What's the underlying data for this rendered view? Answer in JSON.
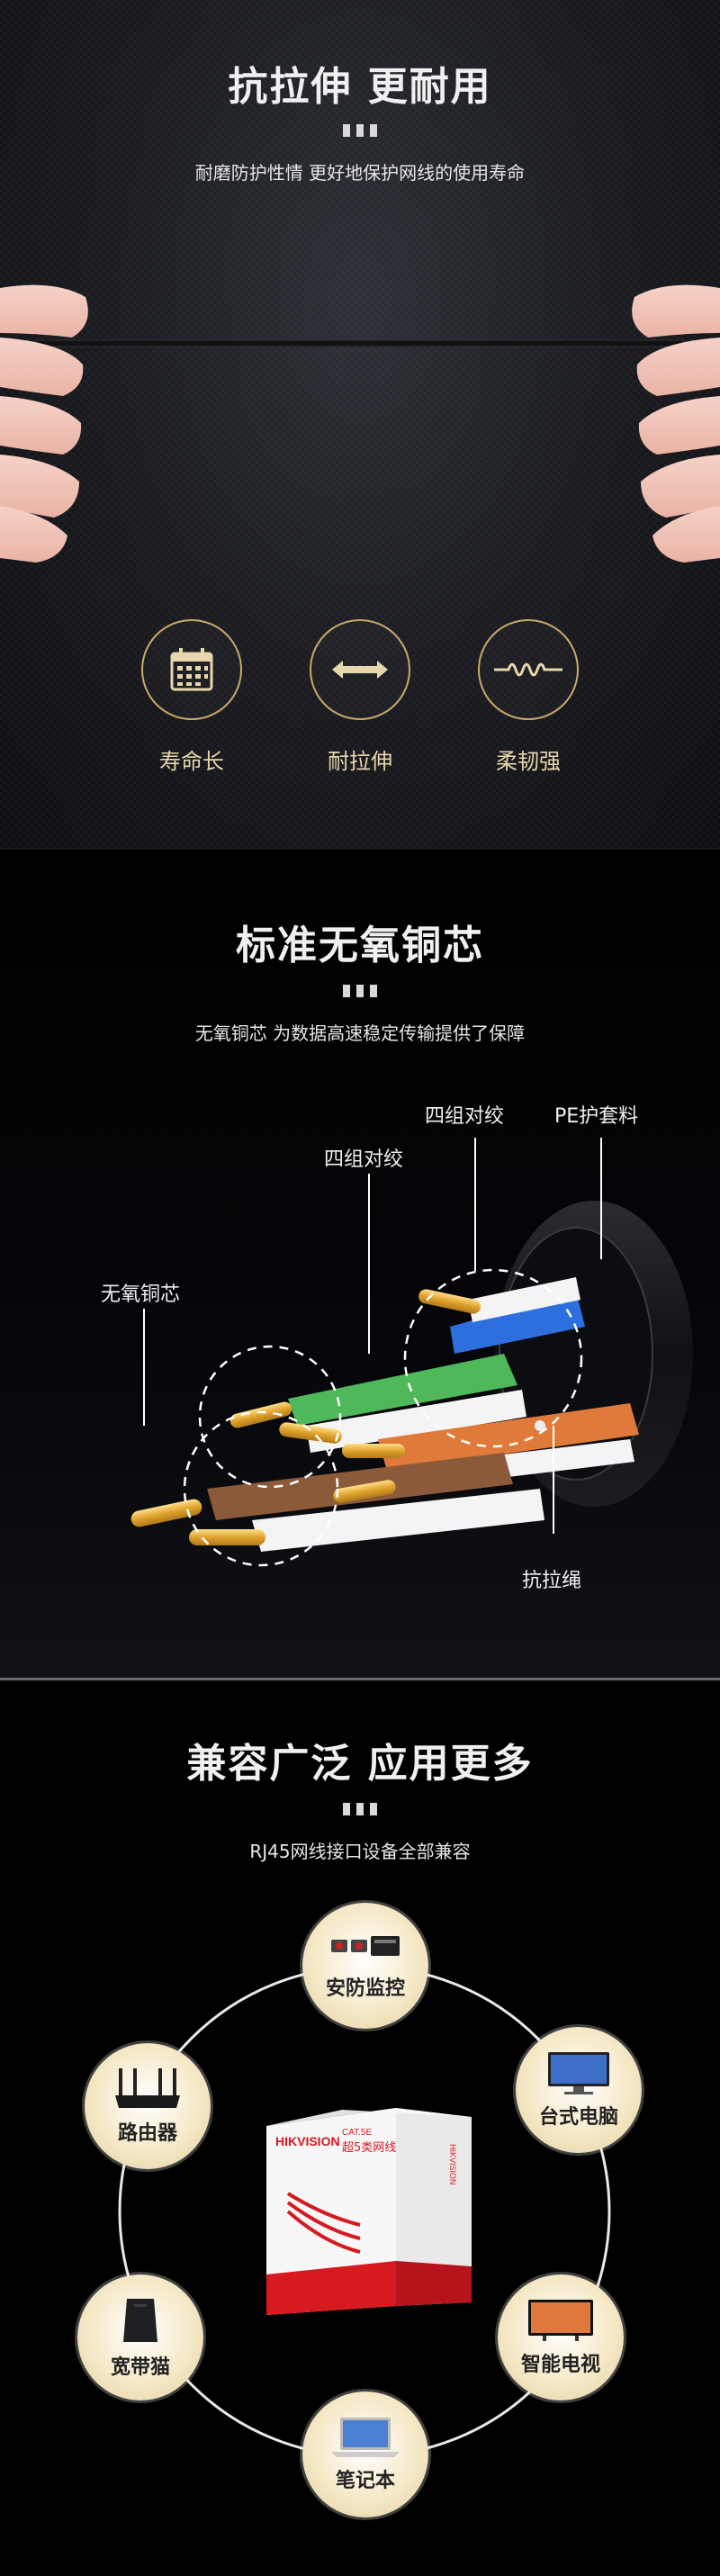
{
  "section1": {
    "title": "抗拉伸 更耐用",
    "subtitle": "耐磨防护性情 更好地保护网线的使用寿命",
    "features": [
      {
        "label": "寿命长",
        "icon": "calendar-icon"
      },
      {
        "label": "耐拉伸",
        "icon": "double-arrow-icon"
      },
      {
        "label": "柔韧强",
        "icon": "spring-icon"
      }
    ],
    "accent_color": "#c8a86a"
  },
  "section2": {
    "title": "标准无氧铜芯",
    "subtitle": "无氧铜芯 为数据高速稳定传输提供了保障",
    "callouts": {
      "twisted_pairs_top": "四组对绞",
      "pe_jacket": "PE护套料",
      "twisted_pairs_mid": "四组对绞",
      "copper_core": "无氧铜芯",
      "rip_cord": "抗拉绳"
    },
    "pair_colors": [
      "#2e6fe0",
      "#4fb85a",
      "#e07a3a",
      "#8b5a3a"
    ]
  },
  "section3": {
    "title": "兼容广泛 应用更多",
    "subtitle": "RJ45网线接口设备全部兼容",
    "devices": [
      {
        "label": "安防监控",
        "icon": "nvr-icon"
      },
      {
        "label": "台式电脑",
        "icon": "monitor-icon"
      },
      {
        "label": "智能电视",
        "icon": "tv-icon"
      },
      {
        "label": "笔记本",
        "icon": "laptop-icon"
      },
      {
        "label": "宽带猫",
        "icon": "modem-icon"
      },
      {
        "label": "路由器",
        "icon": "router-icon"
      }
    ],
    "product": {
      "brand": "HIKVISION",
      "category": "CAT.5E",
      "name": "超5类网线",
      "brand_color": "#d71920"
    }
  }
}
